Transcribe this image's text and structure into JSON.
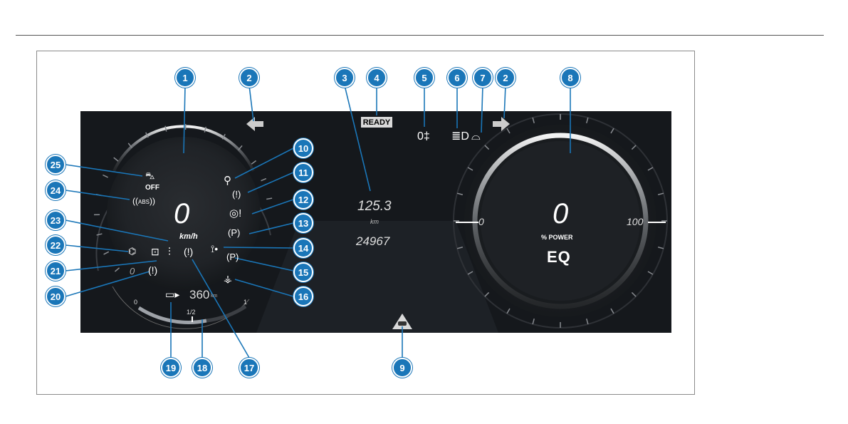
{
  "cluster": {
    "speed_value": "0",
    "speed_unit": "km/h",
    "trip_value": "125.3",
    "trip_unit": "km",
    "odometer": "24967",
    "left_scale_zero": "0",
    "range_value": "360",
    "range_unit": "km",
    "charge_scale_min": "0",
    "charge_scale_mid": "1/2",
    "charge_scale_max": "1",
    "power_value": "0",
    "power_unit": "% POWER",
    "power_scale_min": "0",
    "power_scale_max": "100",
    "ready_label": "READY",
    "eq_badge": "EQ",
    "esp_off_label": "OFF",
    "abs_label": "ABS",
    "parking_brake_label": "P"
  },
  "callouts": [
    "1",
    "2",
    "3",
    "4",
    "5",
    "6",
    "7",
    "2",
    "8",
    "25",
    "10",
    "11",
    "24",
    "12",
    "13",
    "23",
    "22",
    "14",
    "21",
    "15",
    "16",
    "20",
    "9",
    "19",
    "18",
    "17"
  ],
  "colors": {
    "callout_fill": "#1a76b8",
    "display_bg": "#14171b",
    "indicator": "#ffffff"
  },
  "icons": {
    "turn_left": "arrow-left-icon",
    "turn_right": "arrow-right-icon",
    "rear_fog": "rear-fog-light-icon",
    "low_beam": "low-beam-icon",
    "trunk_open": "car-open-icon",
    "seatbelt": "seatbelt-icon",
    "tire_pressure": "tire-pressure-icon",
    "steering": "steering-warning-icon",
    "parking_brake": "parking-brake-icon",
    "brake_warning": "brake-warning-icon",
    "coolant": "coolant-icon",
    "battery": "battery-icon",
    "oil_car": "car-warning-icon",
    "airbag": "airbag-icon",
    "esp_off": "esp-off-icon",
    "abs": "abs-icon",
    "distance_warning": "distance-warning-icon",
    "range_battery": "range-battery-icon"
  }
}
